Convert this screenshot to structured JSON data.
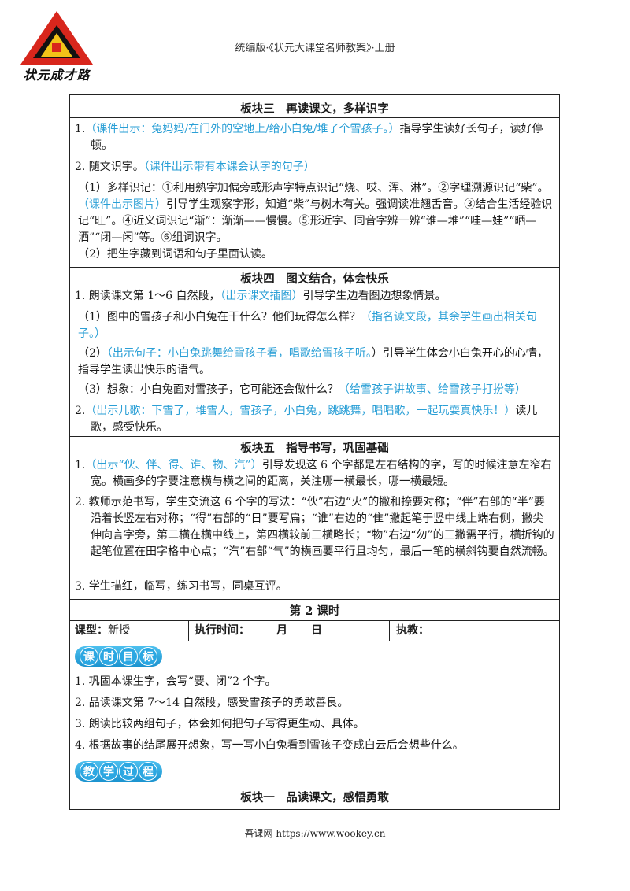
{
  "header": {
    "logo_text": "状元成才路",
    "title": "统编版·《状元大课堂名师教案》·上册"
  },
  "sec3": {
    "title": "板块三　再读课文，多样识字",
    "p1_num": "1.",
    "p1_blue": "（课件出示：兔妈妈/在门外的空地上/给小白兔/堆了个雪孩子。）",
    "p1_text": "指导学生读好长句子，读好停顿。",
    "p2_text": "2. 随文识字。",
    "p2_blue": "（课件出示带有本课会认字的句子）",
    "s1_a": "（1）多样识记：①利用熟字加偏旁或形声字特点识记“烧、哎、浑、淋”。②字理溯源识记“柴”。",
    "s1_blue": "（课件出示图片）",
    "s1_b": "引导学生观察字形，知道“柴”与树木有关。强调读准翘舌音。③结合生活经验识记“旺”。④近义词识记“渐”：渐渐——慢慢。⑤形近字、同音字辨一辨“谁—堆”“哇—娃”“晒—洒”“闭—闲”等。⑥组词识字。",
    "s2": "（2）把生字藏到词语和句子里面认读。"
  },
  "sec4": {
    "title": "板块四　图文结合，体会快乐",
    "p1_a": "1. 朗读课文第 1～6 自然段，",
    "p1_blue": "（出示课文插图）",
    "p1_b": "引导学生边看图边想象情景。",
    "s1_a": "（1）图中的雪孩子和小白兔在干什么？他们玩得怎么样？",
    "s1_blue": "（指名读文段，其余学生画出相关句子。）",
    "s2_a": "（2）",
    "s2_blue": "（出示句子：小白兔跳舞给雪孩子看，唱歌给雪孩子听。",
    "s2_b": "）引导学生体会小白兔开心的心情，指导学生读出快乐的语气。",
    "s3_a": "（3）想象：小白兔面对雪孩子，它可能还会做什么？",
    "s3_blue": "（给雪孩子讲故事、给雪孩子打扮等）",
    "p2_num": "2.",
    "p2_blue": "（出示儿歌：下雪了，堆雪人，雪孩子，小白兔，跳跳舞，唱唱歌，一起玩耍真快乐！）",
    "p2_b": "读儿歌，感受快乐。"
  },
  "sec5": {
    "title": "板块五　指导书写，巩固基础",
    "p1_num": "1.",
    "p1_blue": "（出示“伙、伴、得、谁、物、汽”）",
    "p1_b": "引导发现这 6 个字都是左右结构的字，写的时候注意左窄右宽。横画多的字要注意横与横之间的距离，关注哪一横最长，哪一横最短。",
    "p2": "2. 教师示范书写，学生交流这 6 个字的写法：“伙”右边“火”的撇和捺要对称；“伴”右部的“半”要沿着长竖左右对称；“得”右部的“日”要写扁；“谁”右边的“隹”撇起笔于竖中线上端右侧，撇尖伸向言字旁，第二横在横中线上，第四横较前三横略长；“物”右边“勿”的三撇需平行，横折钩的起笔位置在田字格中心点；“汽”右部“气”的横画要平行且均匀，最后一笔的横斜钩要自然流畅。",
    "p3": "3. 学生描红，临写，练习书写，同桌互评。"
  },
  "lesson2": {
    "title": "第 2 课时",
    "type_label": "课型：",
    "type_value": "新授",
    "time_label": "执行时间：",
    "month": "月",
    "day": "日",
    "teacher_label": "执教："
  },
  "goals": {
    "badge": [
      "课",
      "时",
      "目",
      "标"
    ],
    "items": [
      "1. 巩固本课生字，会写“要、闭”2 个字。",
      "2. 品读课文第 7～14 自然段，感受雪孩子的勇敢善良。",
      "3. 朗读比较两组句子，体会如何把句子写得更生动、具体。",
      "4. 根据故事的结尾展开想象，写一写小白兔看到雪孩子变成白云后会想些什么。"
    ]
  },
  "process": {
    "badge": [
      "教",
      "学",
      "过",
      "程"
    ],
    "sec1_title": "板块一　品读课文，感悟勇敢"
  },
  "footer": {
    "text": "吾课网 https://www.wookey.cn"
  },
  "colors": {
    "accent_blue": "#2a9fd6",
    "logo_red": "#d8261c",
    "logo_yellow": "#f2c318"
  }
}
